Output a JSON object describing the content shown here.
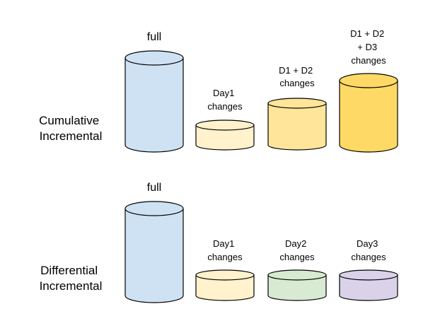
{
  "colors": {
    "stroke": "#000000",
    "full": "#cfe2f3",
    "day1": "#fff2cc",
    "d1d2": "#ffe599",
    "d1d2d3": "#ffd966",
    "day2": "#d9ead3",
    "day3": "#d9d2e9"
  },
  "cumulative": {
    "title": [
      "Cumulative",
      "Incremental"
    ],
    "cylinders": [
      {
        "id": "full",
        "color": "full",
        "label": [
          "full"
        ]
      },
      {
        "id": "day1",
        "color": "day1",
        "label": [
          "Day1",
          "changes"
        ]
      },
      {
        "id": "d1-d2",
        "color": "d1d2",
        "label": [
          "D1 + D2",
          "changes"
        ]
      },
      {
        "id": "d1-d2-d3",
        "color": "d1d2d3",
        "label": [
          "D1 + D2",
          "+ D3",
          "changes"
        ]
      }
    ]
  },
  "differential": {
    "title": [
      "Differential",
      "Incremental"
    ],
    "cylinders": [
      {
        "id": "full",
        "color": "full",
        "label": [
          "full"
        ]
      },
      {
        "id": "day1",
        "color": "day1",
        "label": [
          "Day1",
          "changes"
        ]
      },
      {
        "id": "day2",
        "color": "day2",
        "label": [
          "Day2",
          "changes"
        ]
      },
      {
        "id": "day3",
        "color": "day3",
        "label": [
          "Day3",
          "changes"
        ]
      }
    ]
  }
}
